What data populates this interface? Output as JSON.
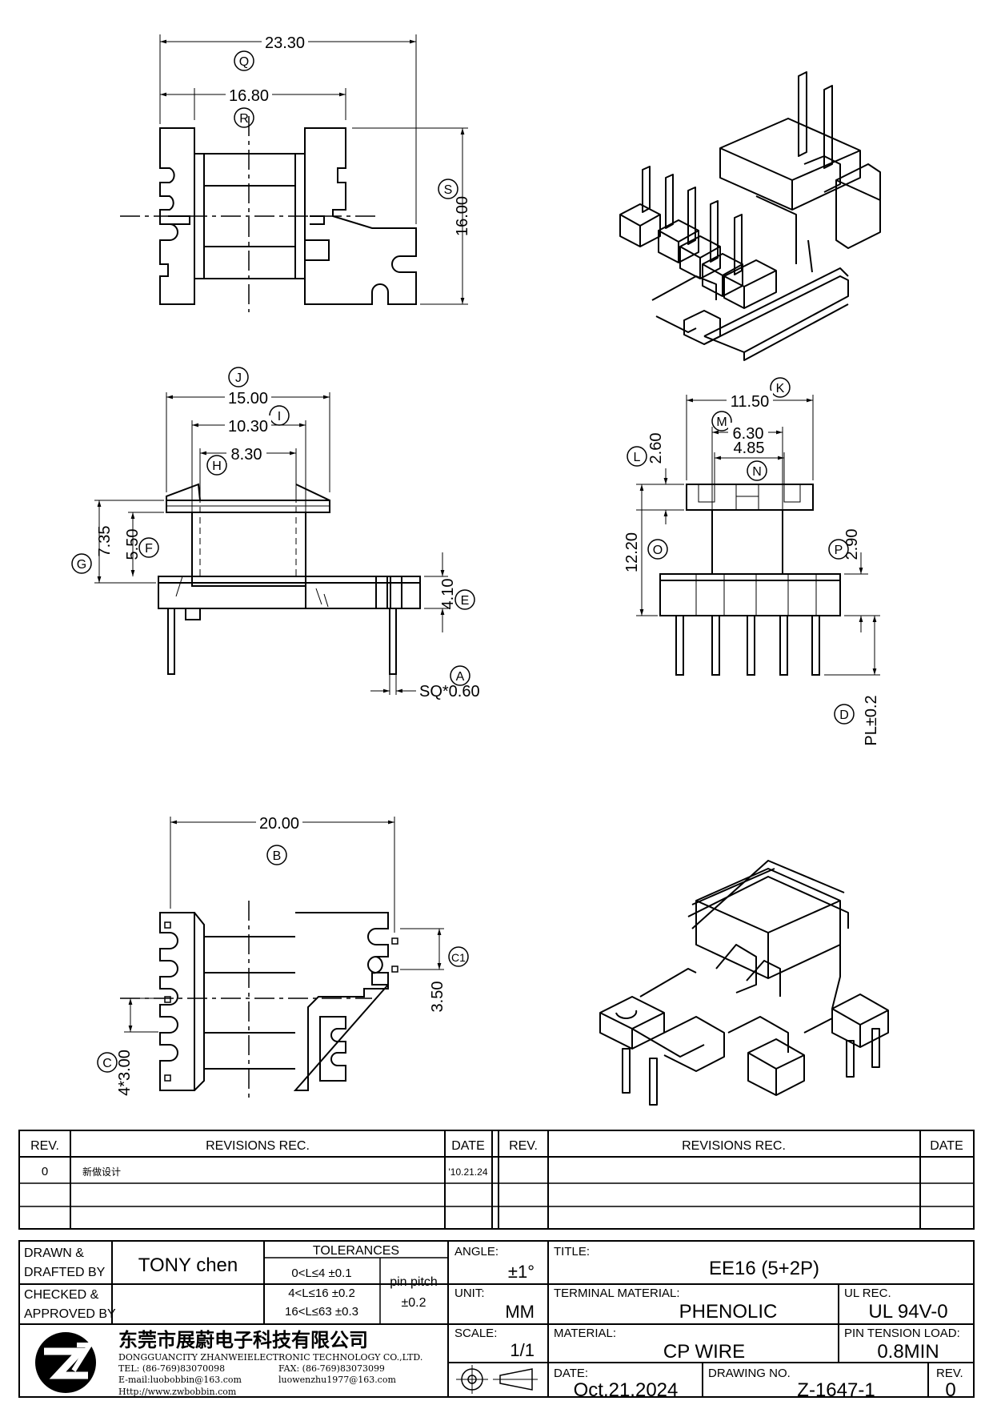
{
  "views": {
    "top": {
      "dims": {
        "overall_width": "23.30",
        "core_width": "16.80",
        "height": "16.00"
      },
      "labels": {
        "q": "Q",
        "r": "R",
        "s": "S"
      }
    },
    "front": {
      "dims": {
        "width_j": "15.00",
        "width_i": "10.30",
        "width_h": "8.30",
        "height_g": "7.35",
        "height_f": "5.50",
        "height_e": "4.10",
        "pin_sq": "SQ*0.60"
      },
      "labels": {
        "j": "J",
        "i": "I",
        "h": "H",
        "g": "G",
        "f": "F",
        "e": "E",
        "a": "A"
      }
    },
    "side": {
      "dims": {
        "width_k": "11.50",
        "width_m": "6.30",
        "width_n": "4.85",
        "height_l": "2.60",
        "height_o": "12.20",
        "height_p": "2.90",
        "pin_length": "PL±0.2"
      },
      "labels": {
        "k": "K",
        "m": "M",
        "n": "N",
        "l": "L",
        "o": "O",
        "p": "P",
        "d": "D"
      }
    },
    "bottom": {
      "dims": {
        "width_b": "20.00",
        "pitch_c1": "3.50",
        "pitch_c": "4*3.00"
      },
      "labels": {
        "b": "B",
        "c1": "C1",
        "c": "C"
      }
    }
  },
  "revisions": {
    "headers": {
      "rev": "REV.",
      "rec": "REVISIONS   REC.",
      "date": "DATE"
    },
    "rows": [
      {
        "rev": "0",
        "rec": "新做设计",
        "date": "'10.21.24"
      }
    ]
  },
  "title_block": {
    "drawn_label_1": "DRAWN &",
    "drawn_label_2": "DRAFTED BY",
    "drawn_by": "TONY chen",
    "checked_label_1": "CHECKED &",
    "checked_label_2": "APPROVED BY",
    "tolerances_label": "TOLERANCES",
    "tol_1": "0<L≤4   ±0.1",
    "tol_2": "4<L≤16  ±0.2",
    "tol_3": "16<L≤63  ±0.3",
    "pin_pitch_label": "pin pitch",
    "pin_pitch_value": "±0.2",
    "angle_label": "ANGLE:",
    "angle_value": "±1°",
    "unit_label": "UNIT:",
    "unit_value": "MM",
    "scale_label": "SCALE:",
    "scale_value": "1/1",
    "title_label": "TITLE:",
    "title_value": "EE16 (5+2P)",
    "terminal_label": "TERMINAL MATERIAL:",
    "terminal_value": "PHENOLIC",
    "ul_label": "UL REC.",
    "ul_value": "UL 94V-0",
    "material_label": "MATERIAL:",
    "material_value": "CP WIRE",
    "pin_tension_label": "PIN TENSION LOAD:",
    "pin_tension_value": "0.8MIN",
    "date_label": "DATE:",
    "date_value": "Oct.21.2024",
    "drawing_no_label": "DRAWING NO.",
    "drawing_no_value": "Z-1647-1",
    "rev_label": "REV.",
    "rev_value": "0",
    "company_cn": "东莞市展蔚电子科技有限公司",
    "company_en": "DONGGUANCITY ZHANWEIELECTRONIC TECHNOLOGY CO.,LTD.",
    "tel": "TEL: (86-769)83070098",
    "fax": "FAX: (86-769)83073099",
    "email_1": "E-mail:luobobbin@163.com",
    "email_2": "luowenzhu1977@163.com",
    "http": "Http://www.zwbobbin.com"
  }
}
